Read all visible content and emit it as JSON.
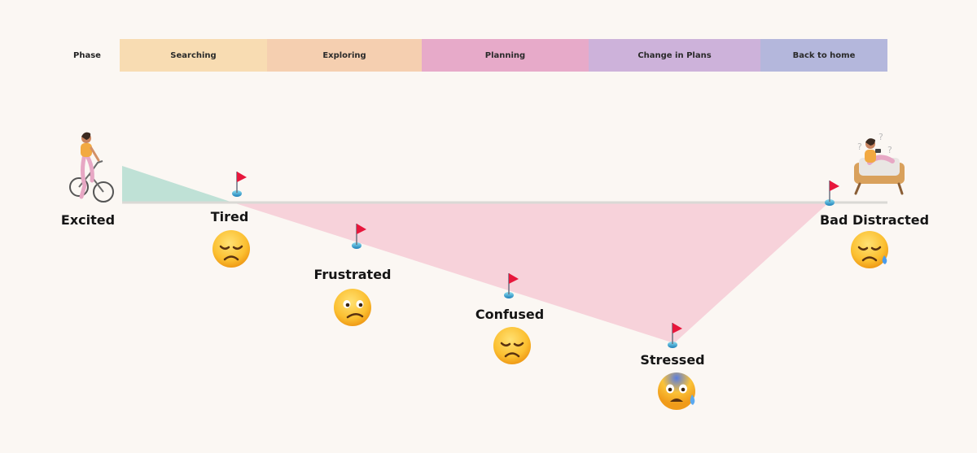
{
  "phases": {
    "label": "Phase",
    "items": [
      {
        "name": "Searching",
        "color": "#f8dcb2"
      },
      {
        "name": "Exploring",
        "color": "#f5cfb0"
      },
      {
        "name": "Planning",
        "color": "#e7aac9"
      },
      {
        "name": "Change in Plans",
        "color": "#cdb2da"
      },
      {
        "name": "Back to home",
        "color": "#b4b7dc"
      }
    ]
  },
  "emotions": [
    {
      "label": "Excited"
    },
    {
      "label": "Tired",
      "face": "sad"
    },
    {
      "label": "Frustrated",
      "face": "worried"
    },
    {
      "label": "Confused",
      "face": "sad"
    },
    {
      "label": "Stressed",
      "face": "anxious"
    },
    {
      "label": "Bad Distracted",
      "face": "sad-sweat"
    }
  ],
  "colors": {
    "positive_area": "#bfe1d6",
    "negative_area": "#f7d2da",
    "baseline": "#dad9d5",
    "flag": "#e7173c"
  }
}
